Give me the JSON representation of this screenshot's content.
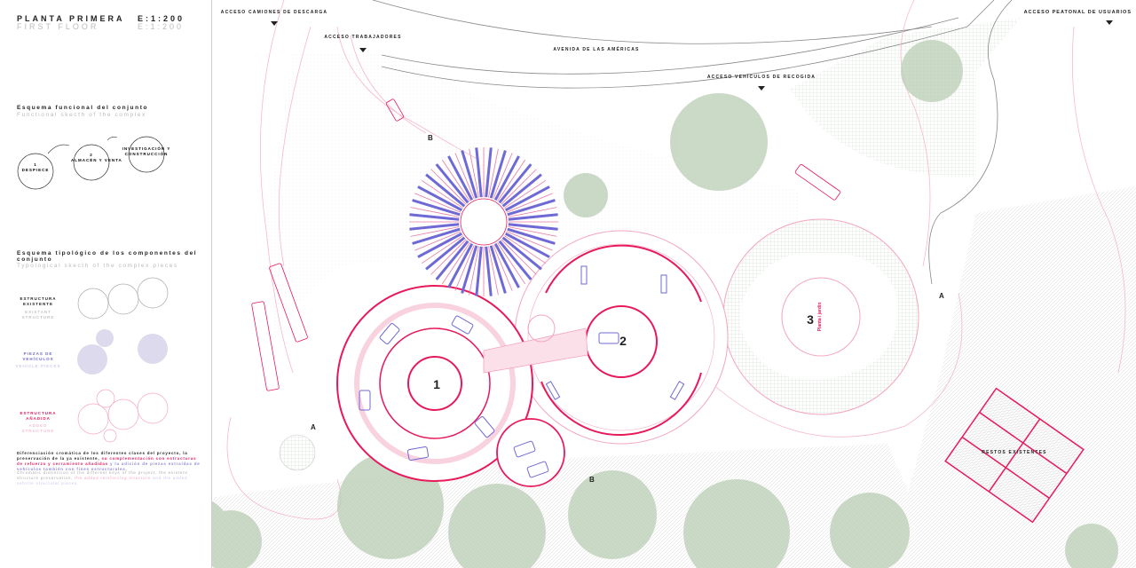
{
  "panel": {
    "title": "PLANTA PRIMERA",
    "scale": "E:1:200",
    "title_en": "FIRST FLOOR",
    "scale_en": "E:1:200",
    "functional_title": "Esquema funcional del conjunto",
    "functional_title_en": "Functional skecth of the complex",
    "functional_steps": [
      {
        "num": "1",
        "label": "DESPIECE"
      },
      {
        "num": "2",
        "label": "ALMACÉN Y VENTA"
      },
      {
        "num": "",
        "label": "INVESTIGACIÓN Y CONSTRUCCIÓN"
      }
    ],
    "typological_title": "Esquema tipológico de los componentes del conjunto",
    "typological_title_en": "Typological skecth of the complex pieces",
    "legend": [
      {
        "label": "ESTRUCTURA EXISTENTE",
        "label_en": "EXISTANT STRUCTURE",
        "color": "#999999"
      },
      {
        "label": "PIEZAS DE VEHÍCULOS",
        "label_en": "VEHICLE PIECES",
        "color": "#7a74c4"
      },
      {
        "label": "ESTRUCTURA AÑADIDA",
        "label_en": "ADDED STRUCTURE",
        "color": "#e8195a"
      }
    ],
    "description_a": "Diferenciación cromática de los diferentes clases del proyecto, la preservación de la ya existente, ",
    "description_b": "su complementación con estructuras de refuerzo y cerramiento añadidas",
    "description_c": " y la adición de piezas extraídas de vehículos también con fines estructurales.",
    "description_en_a": "Chromatic distinction of the different keys of the project, the existent structure preservation, ",
    "description_en_b": "the added reinforcing structure",
    "description_en_c": " and the added vehicle structural pieces."
  },
  "plan": {
    "street": "AVENIDA DE LAS AMÉRICAS",
    "access": [
      "ACCESO CAMIONES DE DESCARGA",
      "ACCESO TRABAJADORES",
      "ACCESO VEHÍCULOS DE RECOGIDA",
      "ACCESO PEATONAL DE USUARIOS"
    ],
    "buildings": [
      "1",
      "2",
      "3"
    ],
    "building3_note": "Planta i jardín",
    "ruins": "RESTOS EXISTENTES",
    "section_marks": [
      "A",
      "A",
      "B",
      "B"
    ]
  },
  "colors": {
    "added": "#e8195a",
    "vehicle": "#6f69d6",
    "existing": "#999999",
    "vegetation": "#8fae8c"
  }
}
